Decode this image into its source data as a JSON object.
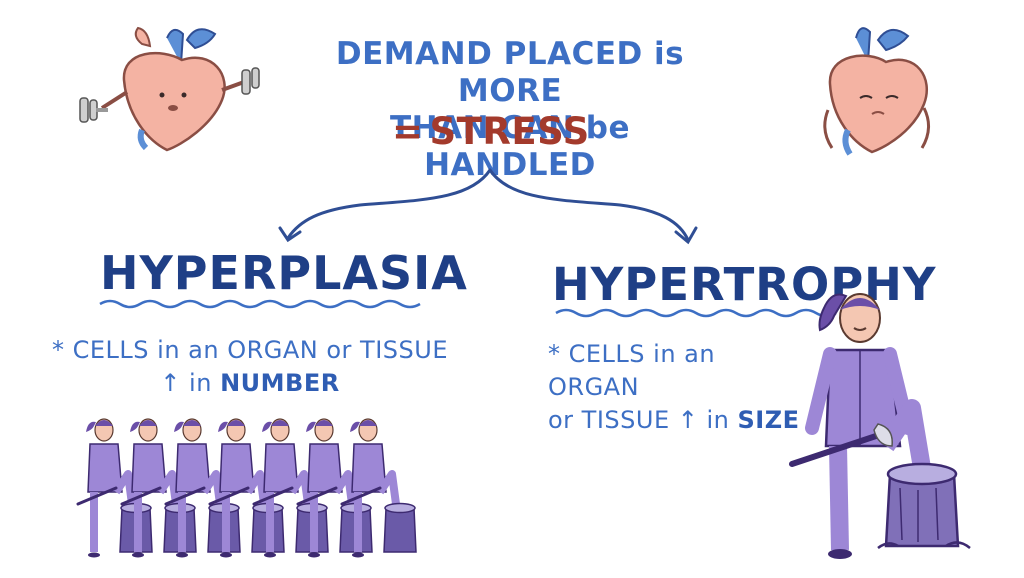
{
  "headline": {
    "line1": "DEMAND PLACED is MORE",
    "line2": "THAN CAN be HANDLED",
    "equals": "=",
    "stress": "STRESS"
  },
  "hyperplasia": {
    "title": "HYPERPLASIA",
    "desc_line1": "* CELLS in an ORGAN or TISSUE",
    "desc_arrow": "↑ in",
    "desc_emph": "NUMBER"
  },
  "hypertrophy": {
    "title": "HYPERTROPHY",
    "desc_line1": "* CELLS in an ORGAN",
    "desc_line2": "or TISSUE ↑ in",
    "desc_emph": "SIZE"
  },
  "colors": {
    "blue_text": "#3d6fc4",
    "title_navy": "#1f3f86",
    "stress_red": "#a33a2c",
    "heart_pink": "#f4b3a3",
    "figure_purple": "#9d87d6"
  }
}
